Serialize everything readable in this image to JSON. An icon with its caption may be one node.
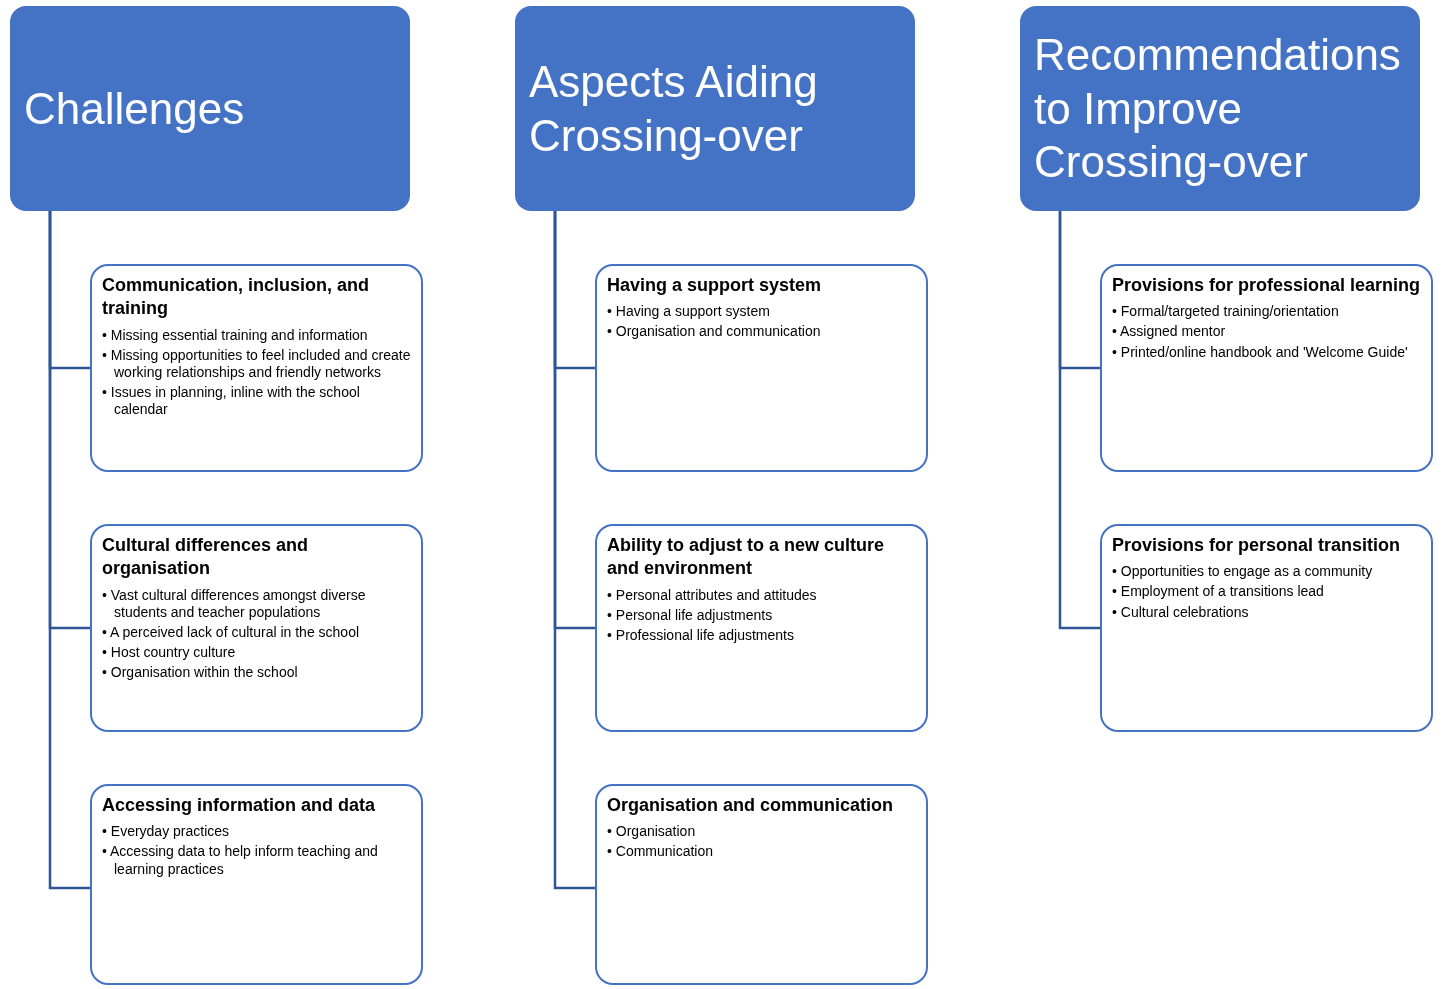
{
  "diagram": {
    "nodes": [
      {
        "text": [
          "Challenges"
        ]
      },
      {
        "text": [
          "Communication, inclusion, and training",
          "• Missing essential training and information",
          "• Missing opportunities to feel included and create working relationships and friendly networks",
          "• Issues in planning, inline with the school calendar"
        ]
      },
      {
        "text": [
          "Cultural differences and organisation",
          "• Vast cultural differences amongst diverse students and teacher populations",
          "• A perceived lack of cultural in the school",
          "• Host country culture",
          "• Organisation within the school"
        ]
      },
      {
        "text": [
          "Accessing information and data",
          "• Everyday practices",
          "• Accessing data to help inform teaching and learning practices"
        ]
      },
      {
        "text": [
          "Aspects Aiding Crossing-over"
        ]
      },
      {
        "text": [
          "Having a support system",
          "• Having a support system",
          "• Organisation and communication"
        ]
      },
      {
        "text": [
          "Ability to adjust to a new culture and environment",
          "• Personal attributes and attitudes",
          "• Personal life adjustments",
          "• Professional life adjustments"
        ]
      },
      {
        "text": [
          "Organisation and communication",
          "• Organisation",
          "• Communication"
        ]
      },
      {
        "text": [
          "Recommendations to Improve Crossing-over"
        ]
      },
      {
        "text": [
          "Provisions for professional learning",
          "• Formal/targeted training/orientation",
          "• Assigned mentor",
          "• Printed/online handbook and 'Welcome Guide'"
        ]
      },
      {
        "text": [
          "Provisions for personal transition",
          "• Opportunities to engage as a community",
          "• Employment of a transitions lead",
          "• Cultural celebrations"
        ]
      }
    ],
    "edges": [
      {
        "from": 0,
        "to": 1,
        "arrow": "none"
      },
      {
        "from": 0,
        "to": 2,
        "arrow": "none"
      },
      {
        "from": 0,
        "to": 3,
        "arrow": "none"
      },
      {
        "from": 4,
        "to": 5,
        "arrow": "none"
      },
      {
        "from": 4,
        "to": 6,
        "arrow": "none"
      },
      {
        "from": 4,
        "to": 7,
        "arrow": "none"
      },
      {
        "from": 8,
        "to": 9,
        "arrow": "none"
      },
      {
        "from": 8,
        "to": 10,
        "arrow": "none"
      }
    ]
  }
}
